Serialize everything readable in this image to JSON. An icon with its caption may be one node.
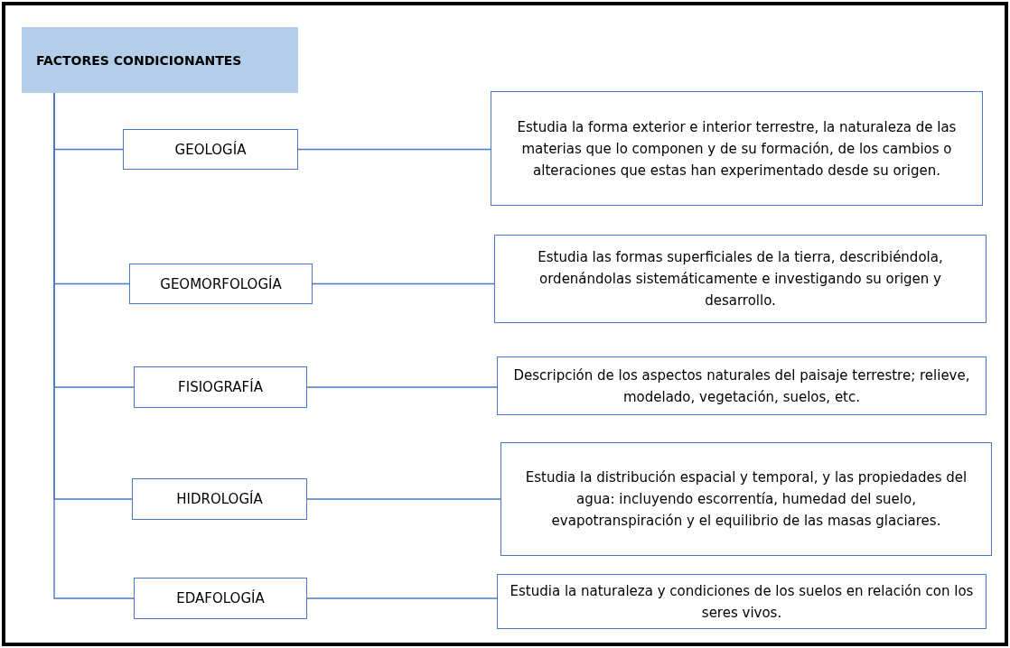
{
  "diagram": {
    "nodes": [
      {
        "text": [
          "FACTORES CONDICIONANTES"
        ]
      },
      {
        "text": [
          "GEOLOGÍA"
        ]
      },
      {
        "text": [
          "Estudia la forma exterior e interior terrestre, la naturaleza de las materias que lo componen y de su formación, de los cambios o alteraciones que estas han experimentado desde su origen."
        ]
      },
      {
        "text": [
          "GEOMORFOLOGÍA"
        ]
      },
      {
        "text": [
          "Estudia las formas superficiales de la tierra, describiéndola, ordenándolas sistemáticamente e investigando su origen y desarrollo."
        ]
      },
      {
        "text": [
          "FISIOGRAFÍA"
        ]
      },
      {
        "text": [
          "Descripción de los aspectos naturales del paisaje terrestre; relieve, modelado, vegetación, suelos, etc."
        ]
      },
      {
        "text": [
          "HIDROLOGÍA"
        ]
      },
      {
        "text": [
          "Estudia la distribución espacial y temporal, y las propiedades del agua: incluyendo escorrentía, humedad del suelo, evapotranspiración y el equilibrio de las masas glaciares."
        ]
      },
      {
        "text": [
          "EDAFOLOGÍA"
        ]
      },
      {
        "text": [
          "Estudia la naturaleza y condiciones de los suelos en relación con los seres vivos."
        ]
      }
    ],
    "edges": [
      {
        "from": 0,
        "to": 1,
        "arrow": "none"
      },
      {
        "from": 0,
        "to": 3,
        "arrow": "none"
      },
      {
        "from": 0,
        "to": 5,
        "arrow": "none"
      },
      {
        "from": 0,
        "to": 7,
        "arrow": "none"
      },
      {
        "from": 0,
        "to": 9,
        "arrow": "none"
      },
      {
        "from": 1,
        "to": 2,
        "arrow": "none"
      },
      {
        "from": 3,
        "to": 4,
        "arrow": "none"
      },
      {
        "from": 5,
        "to": 6,
        "arrow": "none"
      },
      {
        "from": 7,
        "to": 8,
        "arrow": "none"
      },
      {
        "from": 9,
        "to": 10,
        "arrow": "none"
      }
    ]
  }
}
